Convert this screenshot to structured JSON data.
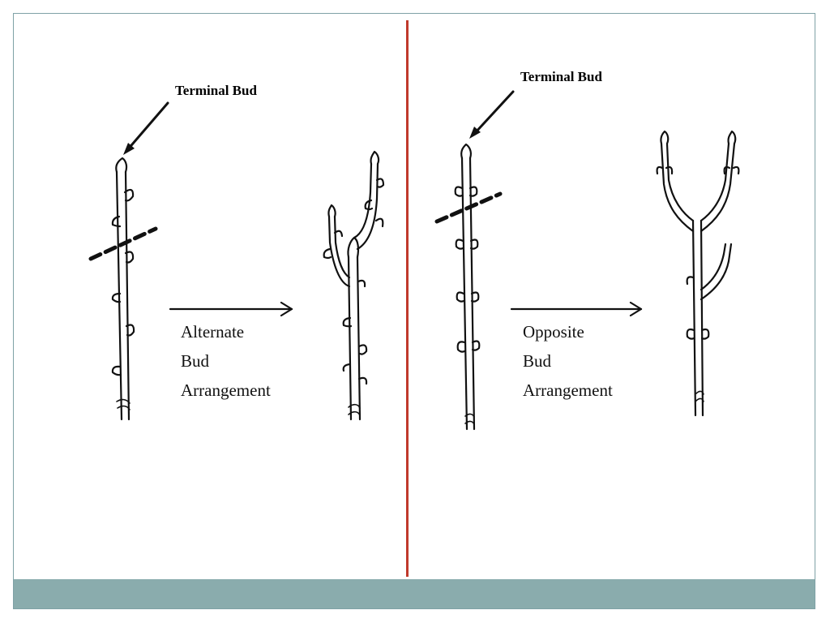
{
  "colors": {
    "divider": "#c0392b",
    "footer_bar": "#8aacad",
    "frame_border": "#7fa2a6",
    "ink": "#111111"
  },
  "left": {
    "terminal_label": "Terminal Bud",
    "caption": [
      "Alternate",
      "Bud",
      "Arrangement"
    ]
  },
  "right": {
    "terminal_label": "Terminal Bud",
    "caption": [
      "Opposite",
      "Bud",
      "Arrangement"
    ]
  }
}
